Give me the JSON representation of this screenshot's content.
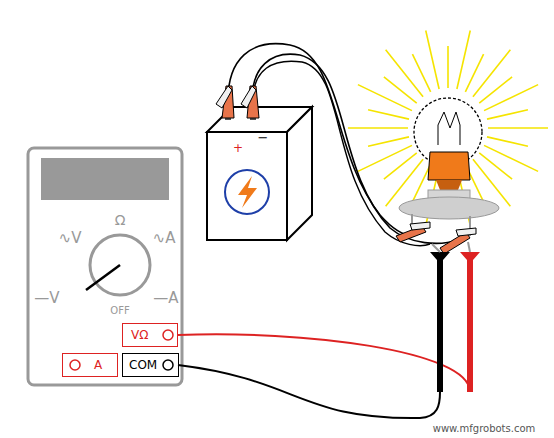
{
  "diagram": {
    "nodes": [
      {
        "text": [
          "VΩ"
        ]
      },
      {
        "text": [
          "A"
        ]
      },
      {
        "text": [
          "COM"
        ]
      }
    ],
    "labels": [
      "∿V",
      "Ω",
      "∿A",
      "—V",
      "OFF",
      "—A",
      "+",
      "−",
      "www.mfgrobots.com"
    ]
  }
}
